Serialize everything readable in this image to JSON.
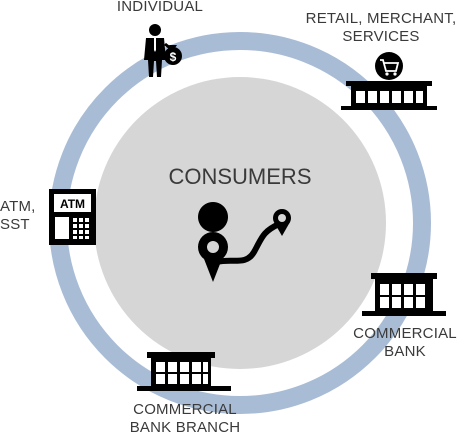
{
  "colors": {
    "ring": "#a9bcd6",
    "inner": "#d6d6d6",
    "ink": "#000000",
    "text": "#3a3a3a"
  },
  "center": {
    "title": "CONSUMERS",
    "icon": "route-map-pins-icon"
  },
  "nodes": [
    {
      "id": "individual",
      "icon": "person-money-bag-icon",
      "lines": [
        "INDIVIDUAL"
      ]
    },
    {
      "id": "retail",
      "icon": "store-cart-icon",
      "lines": [
        "RETAIL, MERCHANT,",
        "SERVICES"
      ]
    },
    {
      "id": "atm",
      "icon": "atm-machine-icon",
      "lines": [
        "ATM,",
        "SST"
      ]
    },
    {
      "id": "commercial-bank",
      "icon": "bank-building-icon",
      "lines": [
        "COMMERCIAL",
        "BANK"
      ]
    },
    {
      "id": "bank-branch",
      "icon": "bank-branch-building-icon",
      "lines": [
        "COMMERCIAL",
        "BANK BRANCH"
      ]
    }
  ]
}
